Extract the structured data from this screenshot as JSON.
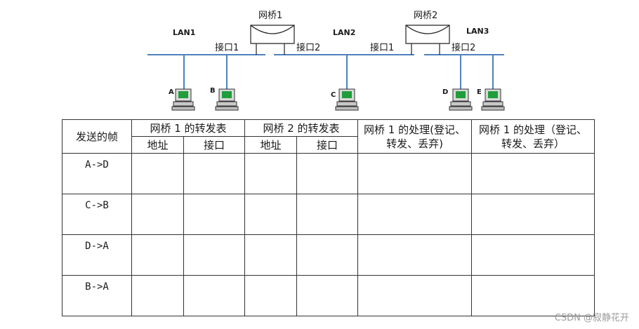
{
  "diagram": {
    "bridges": [
      {
        "label": "网桥1",
        "port_left": "接口1",
        "port_right": "接口2"
      },
      {
        "label": "网桥2",
        "port_left": "接口1",
        "port_right": "接口2"
      }
    ],
    "lans": [
      "LAN1",
      "LAN2",
      "LAN3"
    ],
    "hosts": [
      "A",
      "B",
      "C",
      "D",
      "E"
    ]
  },
  "table": {
    "corner": "发送的帧",
    "group_headers": [
      "网桥 1 的转发表",
      "网桥 2 的转发表",
      "网桥 1 的处理(登记、转发、丢弃)",
      "网桥 1 的处理（登记、转发、丢弃）"
    ],
    "sub_headers": [
      "地址",
      "接口",
      "地址",
      "接口"
    ],
    "rows": [
      "A->D",
      "C->B",
      "D->A",
      "B->A"
    ]
  },
  "watermark": "CSDN @寂静花开"
}
